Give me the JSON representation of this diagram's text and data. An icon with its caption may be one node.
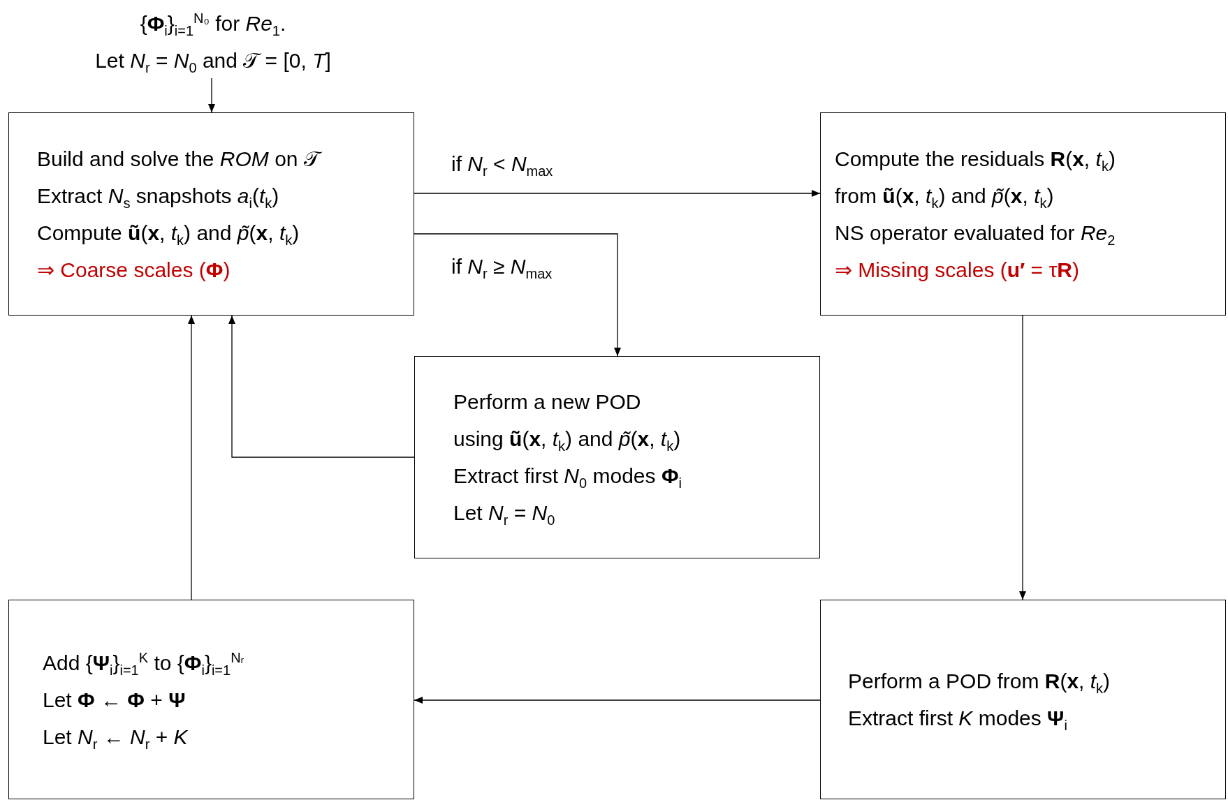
{
  "diagram": {
    "nodes": [
      {
        "text": [
          "{**Φ**$_{i}$}$_{i=1}$$^{N₀}$ for *Re*$_{1}$.",
          "Let *N*$_{r}$ = *N*$_{0}$ and 𝒯 = [0, *T*]"
        ]
      },
      {
        "text": [
          "Build and solve the *ROM* on 𝒯",
          "Extract *N*$_{s}$ snapshots *a*$_{i}$(*t*$_{k}$)",
          "Compute **ũ**(**x**, *t*$_{k}$) and *p̃*(**x**, *t*$_{k}$)",
          "⇒ Coarse scales (**Φ**)"
        ]
      },
      {
        "text": [
          "Compute the residuals **R**(**x**, *t*$_{k}$)",
          "from **ũ**(**x**, *t*$_{k}$) and *p̃*(**x**, *t*$_{k}$)",
          "NS operator evaluated for *Re*$_{2}$",
          "⇒ Missing scales (**u′** = τ**R**)"
        ]
      },
      {
        "text": [
          "Perform a new POD",
          "using **ũ**(**x**, *t*$_{k}$) and *p̃*(**x**, *t*$_{k}$)",
          "Extract first *N*$_{0}$ modes **Φ**$_{i}$",
          "Let *N*$_{r}$ = *N*$_{0}$"
        ]
      },
      {
        "text": [
          "Add {**Ψ**$_{i}$}$_{i=1}$$^{K}$ to {**Φ**$_{i}$}$_{i=1}$$^{Nᵣ}$",
          "Let **Φ** ← **Φ** + **Ψ**",
          "Let *N*$_{r}$ ← *N*$_{r}$ + *K*"
        ]
      },
      {
        "text": [
          "Perform a POD from **R**(**x**, *t*$_{k}$)",
          "Extract first *K* modes **Ψ**$_{i}$"
        ]
      }
    ],
    "edges": [
      {
        "from": 0,
        "to": 1,
        "arrow": "to"
      },
      {
        "from": 1,
        "to": 2,
        "arrow": "to",
        "label": "if *N*$_{r}$ < *N*$_{max}$"
      },
      {
        "from": 1,
        "to": 3,
        "arrow": "to",
        "label": "if *N*$_{r}$ ≥ *N*$_{max}$"
      },
      {
        "from": 3,
        "to": 1,
        "arrow": "to"
      },
      {
        "from": 2,
        "to": 5,
        "arrow": "to"
      },
      {
        "from": 5,
        "to": 4,
        "arrow": "to"
      },
      {
        "from": 4,
        "to": 1,
        "arrow": "to"
      }
    ]
  }
}
